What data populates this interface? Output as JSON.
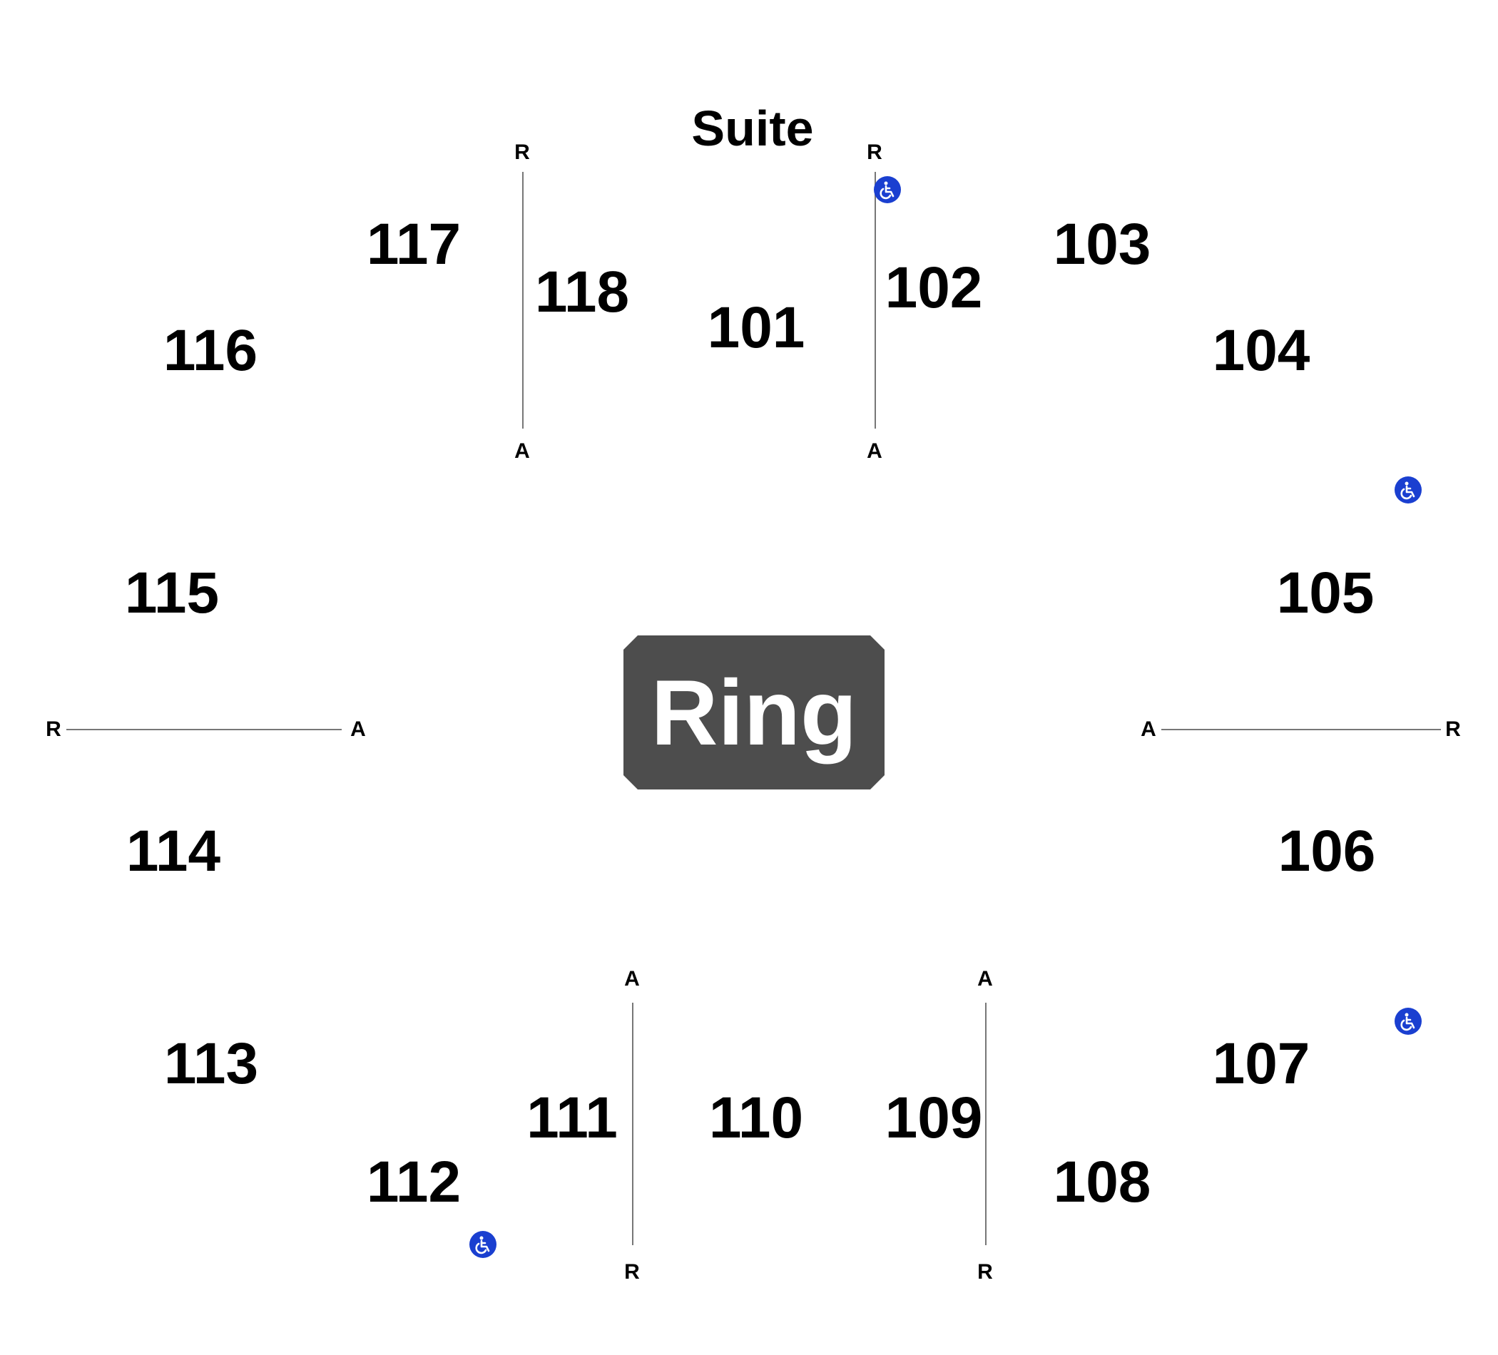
{
  "colors": {
    "ring_fill": "#4d4d4d",
    "accessible_icon": "#1a3fd0",
    "divider": "#777777",
    "text": "#000000"
  },
  "ring": {
    "label": "Ring"
  },
  "suite": {
    "label": "Suite"
  },
  "sections": {
    "s101": "101",
    "s102": "102",
    "s103": "103",
    "s104": "104",
    "s105": "105",
    "s106": "106",
    "s107": "107",
    "s108": "108",
    "s109": "109",
    "s110": "110",
    "s111": "111",
    "s112": "112",
    "s113": "113",
    "s114": "114",
    "s115": "115",
    "s116": "116",
    "s117": "117",
    "s118": "118"
  },
  "row_markers": {
    "first": "A",
    "last": "R"
  },
  "icons": {
    "accessible": "wheelchair-accessible-icon"
  }
}
